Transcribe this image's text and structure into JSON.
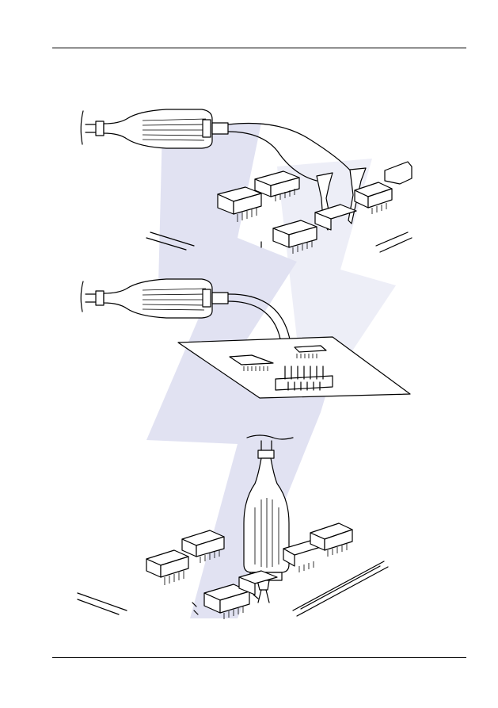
{
  "page": {
    "header_rule": true,
    "footer_rule": true
  },
  "figures": [
    {
      "name": "probe-with-clip-leads-on-smd-board",
      "icon": "differential-probe-clip-leads-icon"
    },
    {
      "name": "probe-with-leads-on-header-pins",
      "icon": "differential-probe-header-icon"
    },
    {
      "name": "probe-tip-on-smd-component",
      "icon": "differential-probe-tip-icon"
    }
  ],
  "watermark": {
    "icon": "watermark-logo-icon",
    "color": "#c9cbe8"
  }
}
